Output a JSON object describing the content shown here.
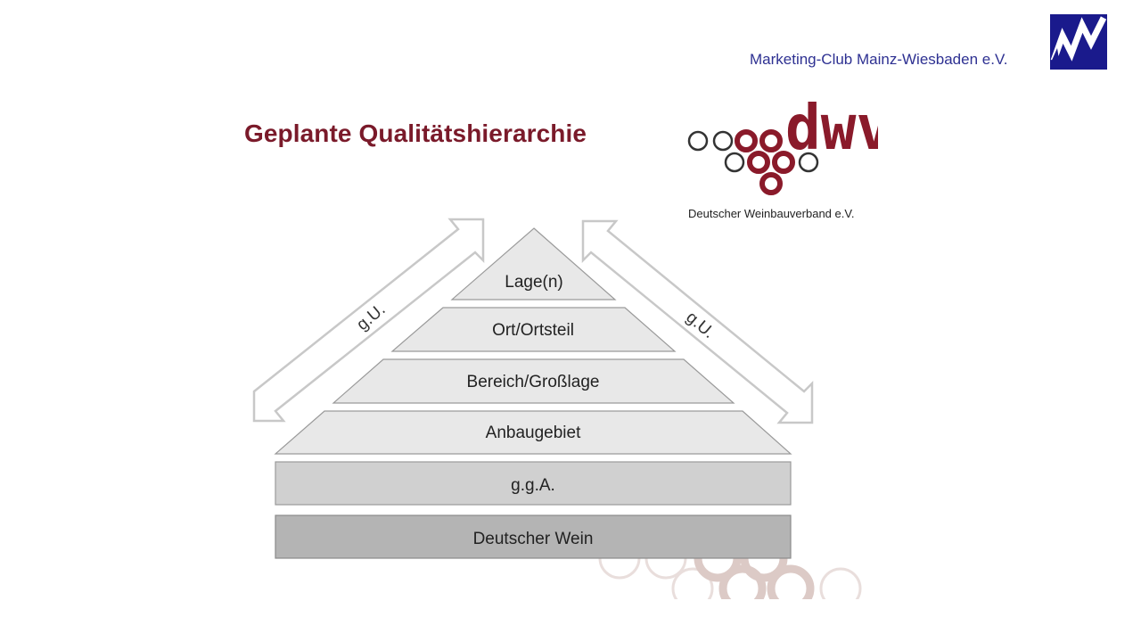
{
  "header": {
    "club_name": "Marketing-Club Mainz-Wiesbaden e.V."
  },
  "slide": {
    "title": "Geplante Qualitätshierarchie"
  },
  "dwv_logo": {
    "wordmark": "dwv",
    "caption": "Deutscher Weinbauverband e.V."
  },
  "pyramid": {
    "levels": [
      {
        "label": "Lage(n)"
      },
      {
        "label": "Ort/Ortsteil"
      },
      {
        "label": "Bereich/Großlage"
      },
      {
        "label": "Anbaugebiet"
      },
      {
        "label": "g.g.A."
      },
      {
        "label": "Deutscher Wein"
      }
    ]
  },
  "arrows": {
    "left_label": "g.U.",
    "right_label": "g.U."
  },
  "colors": {
    "brand_dark_red": "#7a1a2a",
    "club_blue": "#2e3192",
    "tier_light": "#e8e8e8",
    "tier_mid": "#d0d0d0",
    "tier_dark": "#b4b4b4"
  }
}
